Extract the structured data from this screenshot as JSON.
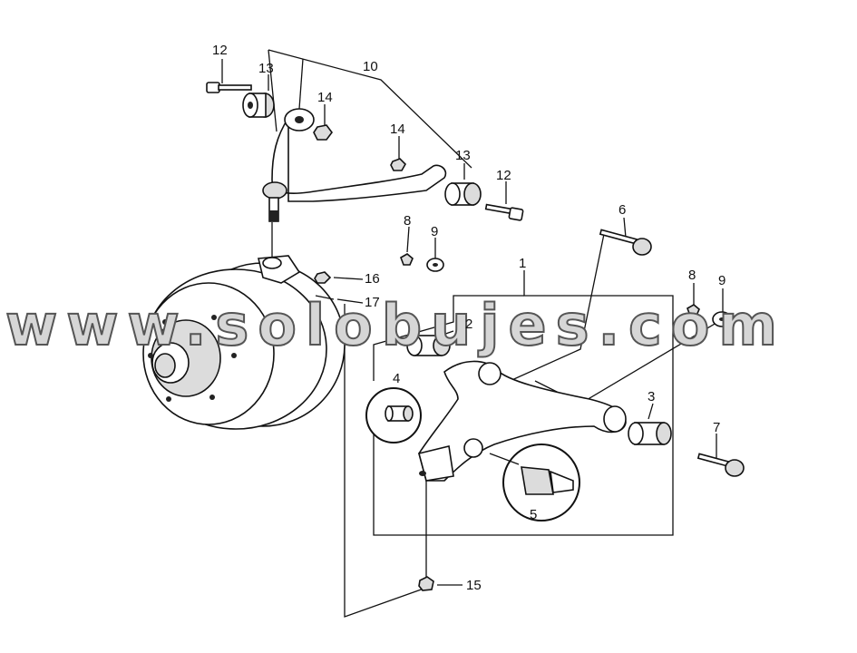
{
  "labels": {
    "l1": "1",
    "l2": "2",
    "l3": "3",
    "l4": "4",
    "l5": "5",
    "l6": "6",
    "l7": "7",
    "l8a": "8",
    "l8b": "8",
    "l9a": "9",
    "l9b": "9",
    "l10": "10",
    "l12a": "12",
    "l12b": "12",
    "l13a": "13",
    "l13b": "13",
    "l14a": "14",
    "l14b": "14",
    "l15": "15",
    "l16": "16",
    "l17": "17"
  },
  "watermark": "www.solobujes.com"
}
